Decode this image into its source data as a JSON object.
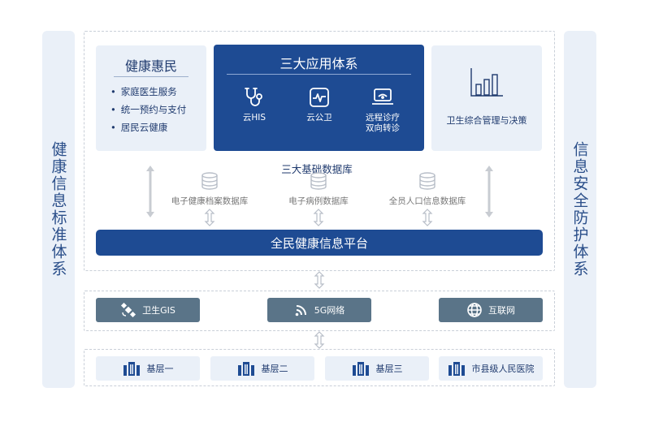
{
  "left_column": {
    "label": "健康信息标准体系"
  },
  "right_column": {
    "label": "信息安全防护体系"
  },
  "health_panel": {
    "title": "健康惠民",
    "items": [
      "家庭医生服务",
      "统一预约与支付",
      "居民云健康"
    ]
  },
  "apps_panel": {
    "title": "三大应用体系",
    "apps": [
      {
        "label": "云HIS",
        "icon": "stethoscope-icon"
      },
      {
        "label": "云公卫",
        "icon": "monitor-pulse-icon"
      },
      {
        "label_line1": "远程诊疗",
        "label_line2": "双向转诊",
        "icon": "laptop-icon"
      }
    ]
  },
  "decision_panel": {
    "label": "卫生综合管理与决策",
    "icon": "bar-chart-icon"
  },
  "databases": {
    "title": "三大基础数据库",
    "items": [
      "电子健康档案数据库",
      "电子病例数据库",
      "全员人口信息数据库"
    ],
    "icon": "database-icon"
  },
  "platform": {
    "label": "全民健康信息平台"
  },
  "network": [
    {
      "label": "卫生GIS",
      "icon": "satellite-icon"
    },
    {
      "label": "5G网络",
      "icon": "wifi-signal-icon"
    },
    {
      "label": "互联网",
      "icon": "globe-icon"
    }
  ],
  "institutions": [
    {
      "label": "基层一",
      "icon": "building-icon"
    },
    {
      "label": "基层二",
      "icon": "building-icon"
    },
    {
      "label": "基层三",
      "icon": "building-icon"
    },
    {
      "label": "市县级人民医院",
      "icon": "building-icon"
    }
  ],
  "colors": {
    "primary": "#1e4b93",
    "panel_bg": "#eaf0f8",
    "network_bg": "#5a7488",
    "dashed_border": "#c9cfd8",
    "arrow": "#c8ccd2"
  }
}
